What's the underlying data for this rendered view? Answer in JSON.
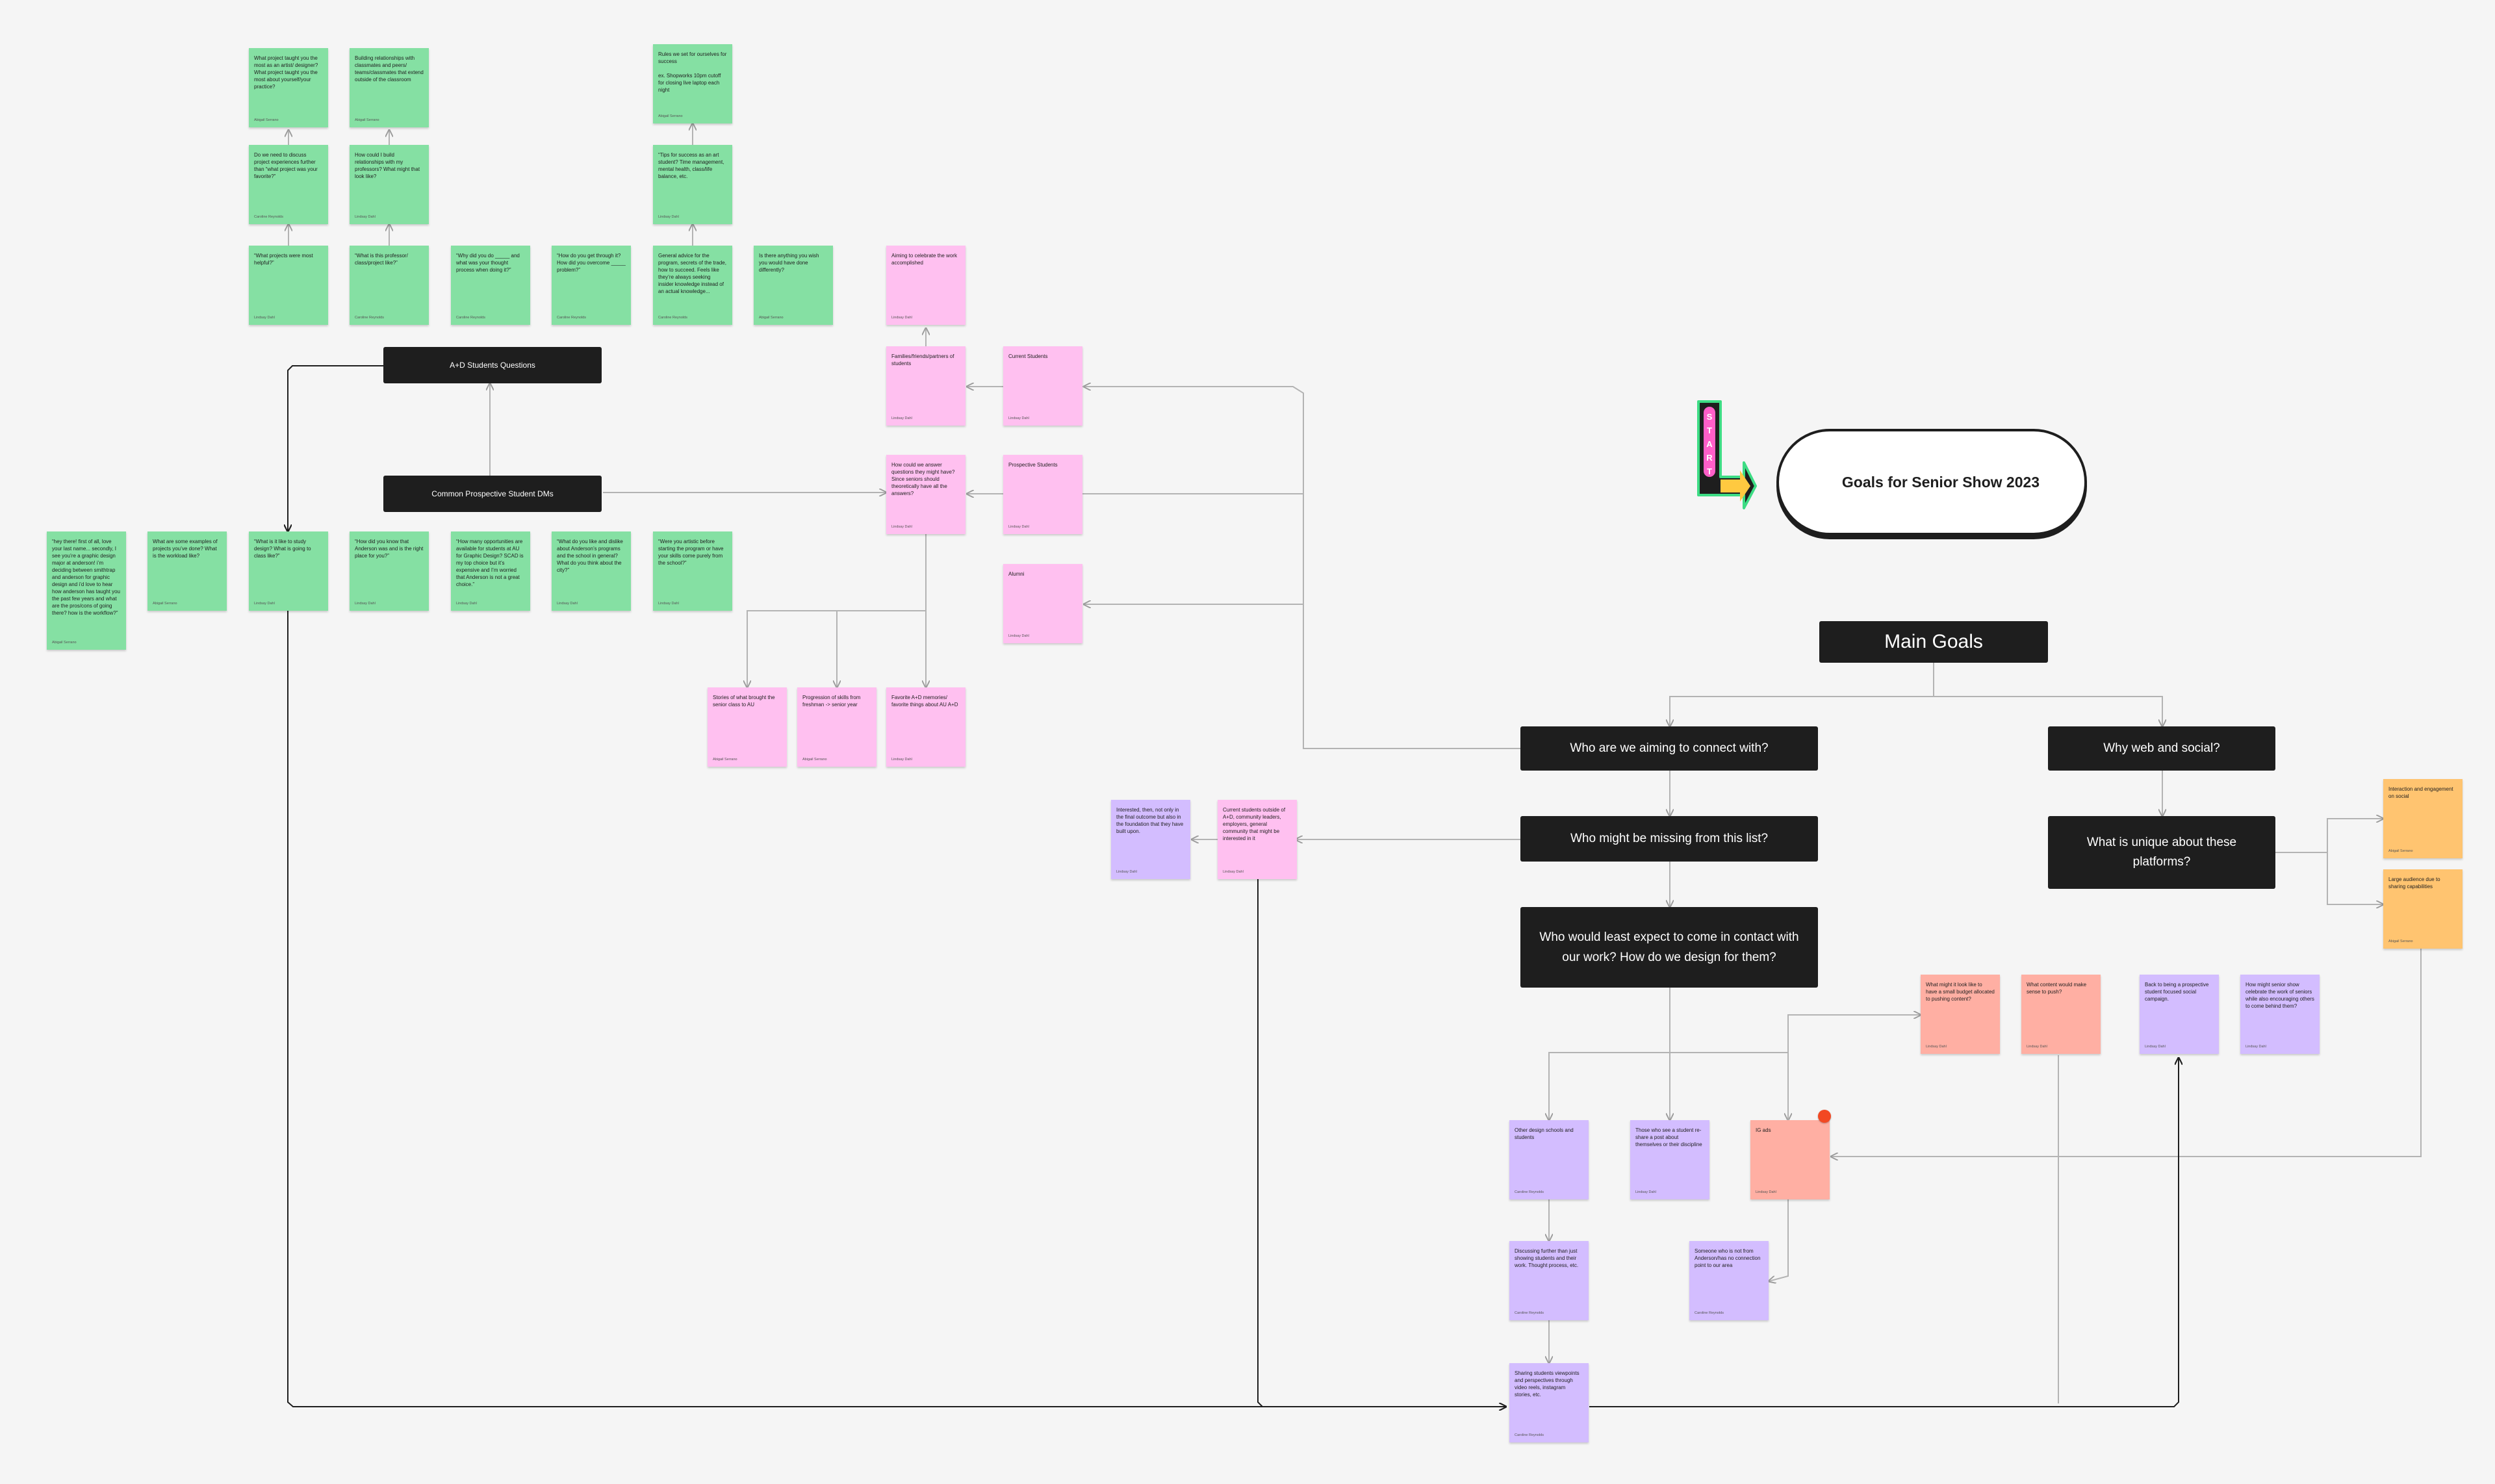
{
  "canvas_bg": "#f5f5f5",
  "colors": {
    "green": "#85e0a3",
    "pink": "#ffc0f0",
    "purple": "#d3bdff",
    "salmon": "#ffafa3",
    "orange": "#ffc470",
    "node": "#1e1e1e",
    "connector": "#b3b3b3"
  },
  "title": "Goals for Senior Show 2023",
  "start_sign": {
    "letters": [
      "S",
      "T",
      "A",
      "R",
      "T"
    ]
  },
  "nodes": {
    "ad_questions": "A+D Students Questions",
    "common_dms": "Common Prospective Student DMs",
    "main_goals": "Main Goals",
    "who_connect": "Who are we aiming to connect with?",
    "who_missing": "Who might be missing from this list?",
    "who_least": "Who would least expect to come in contact with our work? How do we design for them?",
    "why_web": "Why web and social?",
    "unique": "What is unique about these platforms?"
  },
  "stickies": {
    "q_top1": {
      "text": "What project taught you the most as an artist/ designer? What project taught you the most about yourself/your practice?",
      "author": "Abigail Serrano"
    },
    "q_top2": {
      "text": "Building relationships with classmates and peers/ teams/classmates that extend outside of the classroom",
      "author": "Abigail Serrano"
    },
    "q_top3": {
      "text": "Rules we set for ourselves for success\n\nex. Shopworks 10pm cutoff for closing live laptop each night",
      "author": "Abigail Serrano"
    },
    "q_mid1": {
      "text": "Do we need to discuss project experiences further than “what project was your favorite?”",
      "author": "Caroline Reynolds"
    },
    "q_mid2": {
      "text": "How could I build relationships with my professors? What might that look like?",
      "author": "Lindsay Dahl"
    },
    "q_mid3": {
      "text": "“Tips for success as an art student? Time management, mental health, class/life balance, etc.",
      "author": "Lindsay Dahl"
    },
    "q_row1": {
      "text": "“What projects were most helpful?”",
      "author": "Lindsay Dahl"
    },
    "q_row2": {
      "text": "“What is this professor/ class/project like?”",
      "author": "Caroline Reynolds"
    },
    "q_row3": {
      "text": "“Why did you do _____ and what was your thought process when doing it?”",
      "author": "Caroline Reynolds"
    },
    "q_row4": {
      "text": "“How do you get through it? How did you overcome _____ problem?”",
      "author": "Caroline Reynolds"
    },
    "q_row5": {
      "text": "General advice for the program, secrets of the trade, how to succeed. Feels like they’re always seeking insider knowledge instead of an actual knowledge...",
      "author": "Caroline Reynolds"
    },
    "q_row6": {
      "text": "Is there anything you wish you would have done differently?",
      "author": "Abigail Serrano"
    },
    "dm1": {
      "text": "“hey there! first of all, love your last name... secondly, I see you’re a graphic design major at anderson! i’m deciding between smithtrap and anderson for graphic design and i’d love to hear how anderson has taught you the past few years and what are the pros/cons of going there? how is the workflow?”",
      "author": "Abigail Serrano"
    },
    "dm2": {
      "text": "What are some examples of projects you’ve done? What is the workload like?",
      "author": "Abigail Serrano"
    },
    "dm3": {
      "text": "“What is it like to study design? What is going to class like?”",
      "author": "Lindsay Dahl"
    },
    "dm4": {
      "text": "“How did you know that Anderson was and is the right place for you?”",
      "author": "Lindsay Dahl"
    },
    "dm5": {
      "text": "“How many opportunities are available for students at AU for Graphic Design? SCAD is my top choice but it’s expensive and I’m worried that Anderson is not a great choice.”",
      "author": "Lindsay Dahl"
    },
    "dm6": {
      "text": "“What do you like and dislike about Anderson’s programs and the school in general? What do you think about the city?”",
      "author": "Lindsay Dahl"
    },
    "dm7": {
      "text": "“Were you artistic before starting the program or have your skills come purely from the school?”",
      "author": "Lindsay Dahl"
    },
    "p_aim": {
      "text": "Aiming to celebrate the work accomplished",
      "author": "Lindsay Dahl"
    },
    "p_family": {
      "text": "Families/friends/partners of students",
      "author": "Lindsay Dahl"
    },
    "p_current": {
      "text": "Current Students",
      "author": "Lindsay Dahl"
    },
    "p_answer": {
      "text": "How could we answer questions they might have? Since seniors should theoretically have all the answers?",
      "author": "Lindsay Dahl"
    },
    "p_prospective": {
      "text": "Prospective Students",
      "author": "Lindsay Dahl"
    },
    "p_alumni": {
      "text": "Alumni",
      "author": "Lindsay Dahl"
    },
    "p_stories": {
      "text": "Stories of what brought the senior class to AU",
      "author": "Abigail Serrano"
    },
    "p_progression": {
      "text": "Progression of skills from freshman -> senior year",
      "author": "Abigail Serrano"
    },
    "p_favorite": {
      "text": "Favorite A+D memories/ favorite things about AU A+D",
      "author": "Lindsay Dahl"
    },
    "pu_interested": {
      "text": "Interested, then, not only in the final outcome but also in the foundation that they have built upon.",
      "author": "Lindsay Dahl"
    },
    "p_outside": {
      "text": "Current students outside of A+D, community leaders, employers, general community that might be interested in it",
      "author": "Lindsay Dahl"
    },
    "o_interaction": {
      "text": "Interaction and engagement on social",
      "author": "Abigail Serrano"
    },
    "o_large": {
      "text": "Large audience due to sharing capabilities",
      "author": "Abigail Serrano"
    },
    "s_budget": {
      "text": "What might it look like to have a small budget allocated to pushing content?",
      "author": "Lindsay Dahl"
    },
    "s_content": {
      "text": "What content would make sense to push?",
      "author": "Lindsay Dahl"
    },
    "pu_back": {
      "text": "Back to being a prospective student focused social campaign.",
      "author": "Lindsay Dahl"
    },
    "pu_how": {
      "text": "How might senior show celebrate the work of seniors while also encouraging others to come behind them?",
      "author": "Lindsay Dahl"
    },
    "pu_other": {
      "text": "Other design schools and students",
      "author": "Caroline Reynolds"
    },
    "pu_those": {
      "text": "Those who see a student re-share a post about themselves or their discipline",
      "author": "Lindsay Dahl"
    },
    "s_ig": {
      "text": "IG ads",
      "author": "Lindsay Dahl"
    },
    "pu_discuss": {
      "text": "Discussing further than just showing students and their work. Thought process, etc.",
      "author": "Caroline Reynolds"
    },
    "pu_someone": {
      "text": "Someone who is not from Anderson/has no connection point to our area",
      "author": "Caroline Reynolds"
    },
    "pu_sharing": {
      "text": "Sharing students viewpoints and perspectives through video reels, instagram stories, etc.",
      "author": "Caroline Reynolds"
    }
  }
}
